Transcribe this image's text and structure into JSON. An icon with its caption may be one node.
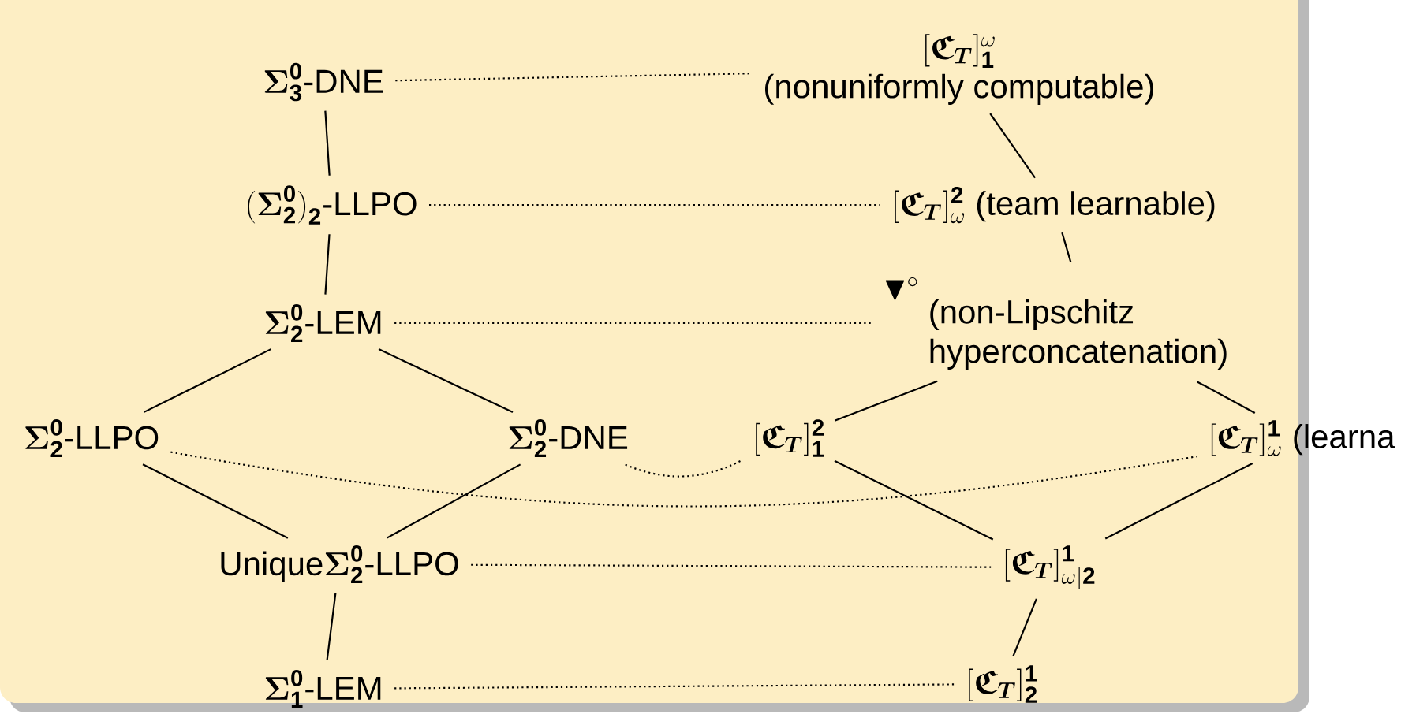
{
  "diagram": {
    "nodes": [
      {
        "text": [
          "\\boldsymbol{\\Sigma}^{\\mathbf{0}}_{\\mathbf{3}}\\text{-DNE}"
        ]
      },
      {
        "text": [
          "[\\boldsymbol{\\mathfrak{C}}_{\\boldsymbol{T}}]^{\\omega}_{\\mathbf{1}}",
          "(nonuniformly computable)"
        ]
      },
      {
        "text": [
          "\\mathbf{(}\\boldsymbol{\\Sigma}^{\\mathbf{0}}_{\\mathbf{2}}\\mathbf{)}_{\\mathbf{2}}\\text{-LLPO}"
        ]
      },
      {
        "text": [
          "[\\boldsymbol{\\mathfrak{C}}_{\\boldsymbol{T}}]^{\\mathbf{2}}_{\\omega}",
          "(team learnable)"
        ]
      },
      {
        "text": [
          "\\boldsymbol{\\Sigma}^{\\mathbf{0}}_{\\mathbf{2}}\\text{-LEM}"
        ]
      },
      {
        "text": [
          "\\blacktriangledown^{\\circ}",
          "(non-Lipschitz hyperconcatenation)"
        ]
      },
      {
        "text": [
          "\\boldsymbol{\\Sigma}^{\\mathbf{0}}_{\\mathbf{2}}\\text{-LLPO}"
        ]
      },
      {
        "text": [
          "\\boldsymbol{\\Sigma}^{\\mathbf{0}}_{\\mathbf{2}}\\text{-DNE}"
        ]
      },
      {
        "text": [
          "[\\boldsymbol{\\mathfrak{C}}_{\\boldsymbol{T}}]^{\\mathbf{2}}_{\\mathbf{1}}"
        ]
      },
      {
        "text": [
          "[\\boldsymbol{\\mathfrak{C}}_{\\boldsymbol{T}}]^{\\mathbf{1}}_{\\omega}",
          "(learna"
        ]
      },
      {
        "text": [
          "\\text{Unique}\\boldsymbol{\\Sigma}^{\\mathbf{0}}_{\\mathbf{2}}\\text{-LLPO}"
        ]
      },
      {
        "text": [
          "[\\boldsymbol{\\mathfrak{C}}_{\\boldsymbol{T}}]^{\\mathbf{1}}_{\\omega|\\mathbf{2}}"
        ]
      },
      {
        "text": [
          "\\boldsymbol{\\Sigma}^{\\mathbf{0}}_{\\mathbf{1}}\\text{-LEM}"
        ]
      },
      {
        "text": [
          "[\\boldsymbol{\\mathfrak{C}}_{\\boldsymbol{T}}]^{\\mathbf{1}}_{\\mathbf{2}}"
        ]
      }
    ],
    "edges": [
      {
        "from": 0,
        "to": 2,
        "arrow": "none"
      },
      {
        "from": 2,
        "to": 4,
        "arrow": "none"
      },
      {
        "from": 4,
        "to": 6,
        "arrow": "none"
      },
      {
        "from": 4,
        "to": 7,
        "arrow": "none"
      },
      {
        "from": 6,
        "to": 10,
        "arrow": "none"
      },
      {
        "from": 7,
        "to": 10,
        "arrow": "none"
      },
      {
        "from": 10,
        "to": 12,
        "arrow": "none"
      },
      {
        "from": 1,
        "to": 3,
        "arrow": "none"
      },
      {
        "from": 3,
        "to": 5,
        "arrow": "none"
      },
      {
        "from": 5,
        "to": 8,
        "arrow": "none"
      },
      {
        "from": 5,
        "to": 9,
        "arrow": "none"
      },
      {
        "from": 8,
        "to": 11,
        "arrow": "none"
      },
      {
        "from": 9,
        "to": 11,
        "arrow": "none"
      },
      {
        "from": 11,
        "to": 13,
        "arrow": "none"
      },
      {
        "from": 0,
        "to": 1,
        "arrow": "none",
        "style": "dashed"
      },
      {
        "from": 2,
        "to": 3,
        "arrow": "none",
        "style": "dashed"
      },
      {
        "from": 4,
        "to": 5,
        "arrow": "none",
        "style": "dashed"
      },
      {
        "from": 6,
        "to": 9,
        "arrow": "none",
        "style": "dashed"
      },
      {
        "from": 7,
        "to": 8,
        "arrow": "none",
        "style": "dashed"
      },
      {
        "from": 10,
        "to": 11,
        "arrow": "none",
        "style": "dashed"
      },
      {
        "from": 12,
        "to": 13,
        "arrow": "none",
        "style": "dashed"
      }
    ]
  }
}
